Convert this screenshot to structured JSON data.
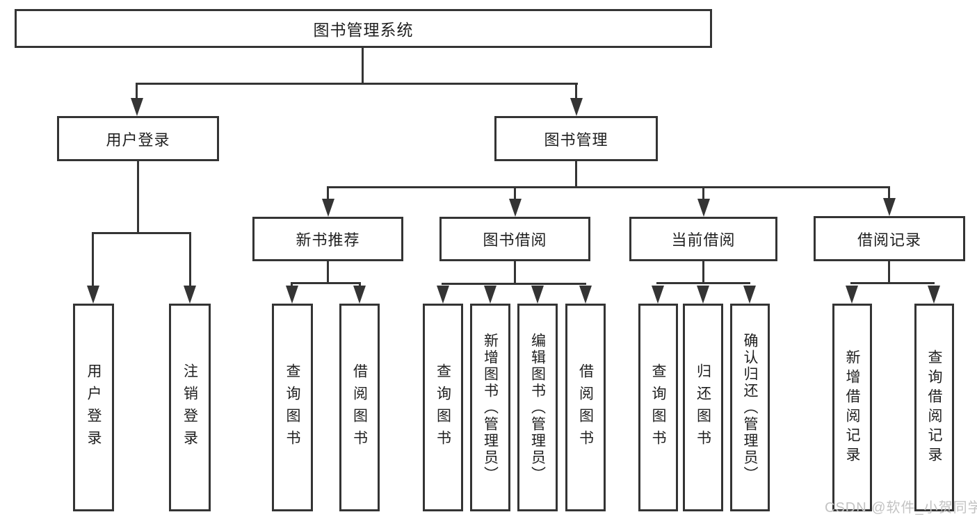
{
  "nodes": {
    "root": "图书管理系统",
    "user_login": "用户登录",
    "book_mgmt": "图书管理",
    "new_rec": "新书推荐",
    "book_borrow": "图书借阅",
    "cur_borrow": "当前借阅",
    "records": "借阅记录",
    "ul_login": "用户登录",
    "ul_logout": "注销登录",
    "nr_query": "查询图书",
    "nr_borrow": "借阅图书",
    "bb_query": "查询图书",
    "bb_add": "新增图书（管理员）",
    "bb_edit": "编辑图书（管理员）",
    "bb_borrow": "借阅图书",
    "cb_query": "查询图书",
    "cb_return": "归还图书",
    "cb_confirm": "确认归还（管理员）",
    "br_add": "新增借阅记录",
    "br_query": "查询借阅记录"
  },
  "colors": {
    "line": "#343434",
    "text": "#1f1f1f",
    "watermark_text": "#c3c3c3",
    "background": "#ffffff"
  },
  "watermark": "CSDN @软件_小贺同学"
}
